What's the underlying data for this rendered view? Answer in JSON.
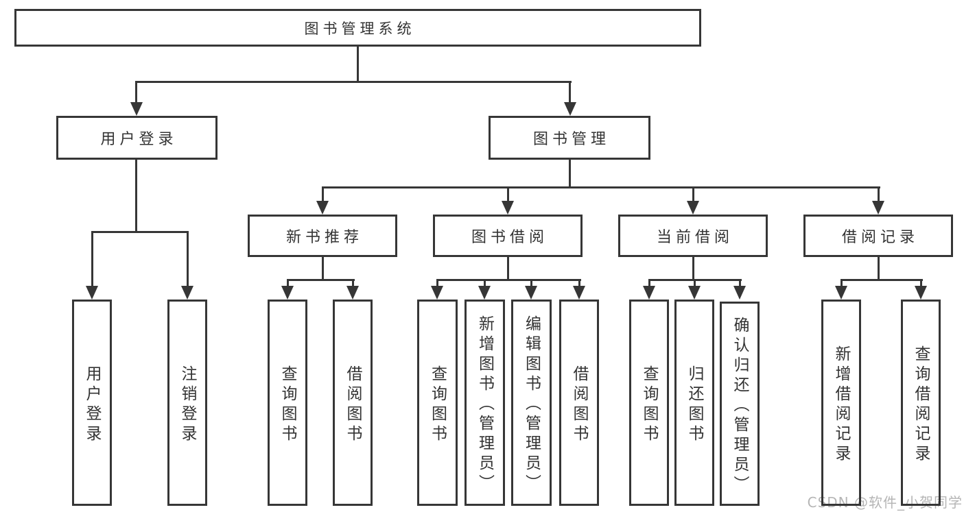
{
  "diagram": {
    "background_color": "#ffffff",
    "stroke_color": "#363636",
    "text_color": "#333333",
    "root": {
      "label": "图书管理系统"
    },
    "level2": {
      "user_login": {
        "label": "用户登录"
      },
      "book_management": {
        "label": "图书管理"
      }
    },
    "level3": {
      "new_book_recommend": {
        "label": "新书推荐"
      },
      "book_borrow": {
        "label": "图书借阅"
      },
      "current_borrow": {
        "label": "当前借阅"
      },
      "borrow_records": {
        "label": "借阅记录"
      }
    },
    "leaves": {
      "user_login": [
        {
          "label": "用户登录"
        },
        {
          "label": "注销登录"
        }
      ],
      "new_book_recommend": [
        {
          "label": "查询图书"
        },
        {
          "label": "借阅图书"
        }
      ],
      "book_borrow": [
        {
          "label": "查询图书"
        },
        {
          "label": "新增图书（管理员）"
        },
        {
          "label": "编辑图书（管理员）"
        },
        {
          "label": "借阅图书"
        }
      ],
      "current_borrow": [
        {
          "label": "查询图书"
        },
        {
          "label": "归还图书"
        },
        {
          "label": "确认归还（管理员）"
        }
      ],
      "borrow_records": [
        {
          "label": "新增借阅记录"
        },
        {
          "label": "查询借阅记录"
        }
      ]
    },
    "watermark": {
      "text": "CSDN @软件_小贺同学",
      "color": "#b5b5b5"
    }
  }
}
